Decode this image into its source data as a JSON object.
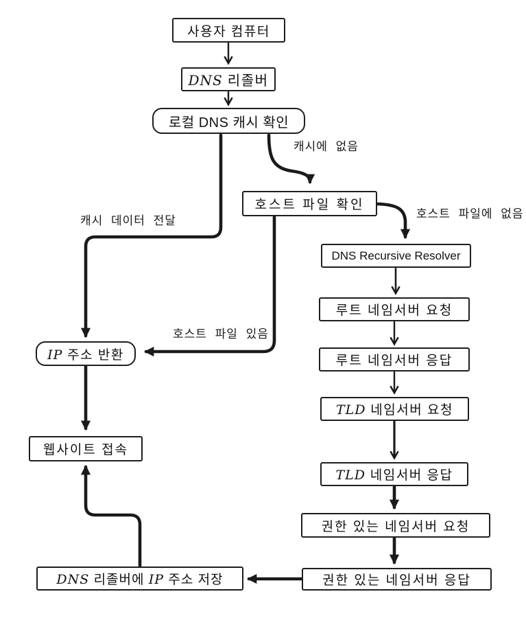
{
  "diagram_type": "flowchart",
  "topic": "DNS lookup flow",
  "colors": {
    "ink": "#1a1a1a",
    "node_border": "#1e1e1e",
    "background": "#ffffff"
  },
  "nodes": {
    "user_computer": {
      "label": "사용자 컴퓨터"
    },
    "dns_resolver": {
      "label": "DNS 리졸버"
    },
    "local_cache_check": {
      "label": "로컬 DNS 캐시 확인"
    },
    "hosts_file_check": {
      "label": "호스트 파일 확인"
    },
    "recursive_resolver": {
      "label": "DNS Recursive Resolver"
    },
    "root_ns_request": {
      "label": "루트 네임서버 요청"
    },
    "root_ns_response": {
      "label": "루트 네임서버 응답"
    },
    "tld_ns_request": {
      "label": "TLD 네임서버 요청"
    },
    "tld_ns_response": {
      "label": "TLD 네임서버 응답"
    },
    "auth_ns_request": {
      "label": "권한 있는 네임서버 요청"
    },
    "auth_ns_response": {
      "label": "권한 있는 네임서버 응답"
    },
    "ip_return": {
      "label": "IP 주소 반환"
    },
    "website_access": {
      "label": "웹사이트 접속"
    },
    "store_ip": {
      "label": "DNS 리졸버에 IP 주소 저장"
    }
  },
  "edges": [
    {
      "from": "user_computer",
      "to": "dns_resolver",
      "label": "",
      "style": "thin"
    },
    {
      "from": "dns_resolver",
      "to": "local_cache_check",
      "label": "",
      "style": "thin"
    },
    {
      "from": "local_cache_check",
      "to": "hosts_file_check",
      "label": "캐시에 없음",
      "style": "thick"
    },
    {
      "from": "local_cache_check",
      "to": "ip_return",
      "label": "캐시 데이터 전달",
      "style": "thick"
    },
    {
      "from": "hosts_file_check",
      "to": "recursive_resolver",
      "label": "호스트 파일에 없음",
      "style": "thick"
    },
    {
      "from": "hosts_file_check",
      "to": "ip_return",
      "label": "호스트 파일 있음",
      "style": "thick"
    },
    {
      "from": "recursive_resolver",
      "to": "root_ns_request",
      "label": "",
      "style": "thin"
    },
    {
      "from": "root_ns_request",
      "to": "root_ns_response",
      "label": "",
      "style": "thin"
    },
    {
      "from": "root_ns_response",
      "to": "tld_ns_request",
      "label": "",
      "style": "thin"
    },
    {
      "from": "tld_ns_request",
      "to": "tld_ns_response",
      "label": "",
      "style": "medium"
    },
    {
      "from": "tld_ns_response",
      "to": "auth_ns_request",
      "label": "",
      "style": "thick"
    },
    {
      "from": "auth_ns_request",
      "to": "auth_ns_response",
      "label": "",
      "style": "thick"
    },
    {
      "from": "auth_ns_response",
      "to": "store_ip",
      "label": "",
      "style": "thick"
    },
    {
      "from": "store_ip",
      "to": "website_access",
      "label": "",
      "style": "thick"
    },
    {
      "from": "ip_return",
      "to": "website_access",
      "label": "",
      "style": "thick"
    }
  ]
}
